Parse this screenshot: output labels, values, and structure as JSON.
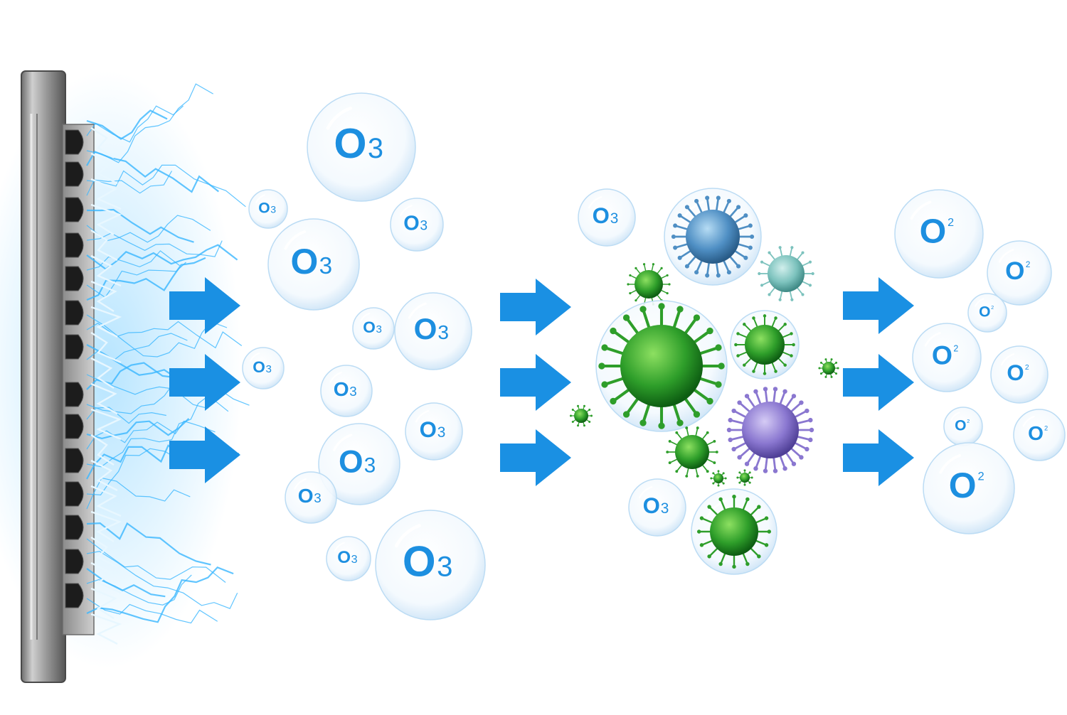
{
  "ozone": {
    "main": "O",
    "sub": "3"
  },
  "oxygen": {
    "main": "O",
    "sup": "2"
  },
  "colors": {
    "label": "#1d8fe0",
    "arrow": "#1a90e3",
    "spark": "#39b7ff",
    "virus_green": "#2e9e2a",
    "virus_blue": "#4f8fc4",
    "virus_teal": "#7cc2bd",
    "virus_purple": "#8a77d0"
  },
  "icons": {
    "generator": "ozone-generator-plate-icon",
    "discharge": "electric-discharge-icon",
    "arrow": "right-arrow-icon",
    "bubble": "bubble-icon",
    "virus": "virus-icon"
  }
}
